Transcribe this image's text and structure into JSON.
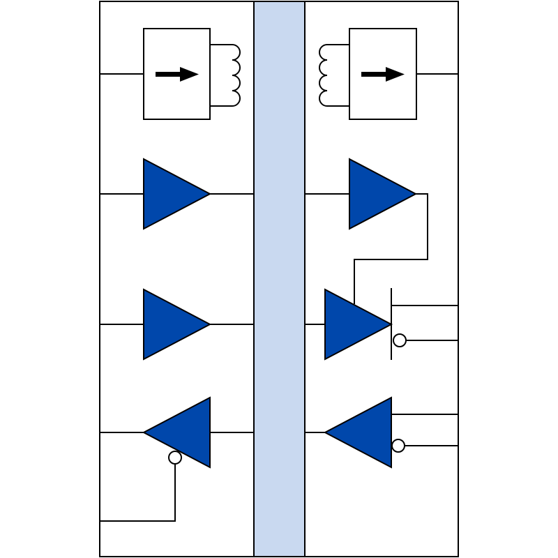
{
  "diagram": {
    "colors": {
      "background": "#ffffff",
      "stroke": "#000000",
      "isolation_barrier": "#c9d9f0",
      "buffer_fill": "#0047ab",
      "arrow": "#000000"
    },
    "left_side": {
      "blocks": [
        {
          "kind": "power-converter-module",
          "icon": "arrow-right-icon"
        },
        {
          "kind": "buffer-forward"
        },
        {
          "kind": "buffer-forward"
        },
        {
          "kind": "buffer-reverse-with-enable",
          "icon": "inversion-bubble-icon"
        }
      ]
    },
    "right_side": {
      "blocks": [
        {
          "kind": "power-converter-module",
          "icon": "arrow-right-icon"
        },
        {
          "kind": "buffer-forward-feedback"
        },
        {
          "kind": "buffer-forward-with-enable",
          "icon": "inversion-bubble-icon"
        },
        {
          "kind": "buffer-reverse-with-enable",
          "icon": "inversion-bubble-icon"
        }
      ]
    }
  }
}
